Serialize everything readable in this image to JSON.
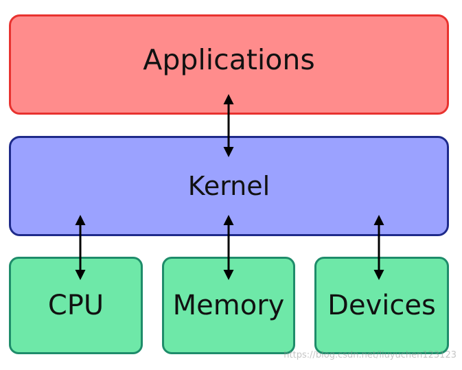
{
  "layers": {
    "applications": "Applications",
    "kernel": "Kernel",
    "hardware": [
      "CPU",
      "Memory",
      "Devices"
    ]
  },
  "colors": {
    "applications_fill": "#ff8c8c",
    "applications_border": "#e8322f",
    "kernel_fill": "#9ba2ff",
    "kernel_border": "#1e2a8a",
    "hardware_fill": "#6ee8a8",
    "hardware_border": "#1e8c6a",
    "arrow": "#000000"
  },
  "watermark": "https://blog.csdn.net/liuyuchen123123"
}
